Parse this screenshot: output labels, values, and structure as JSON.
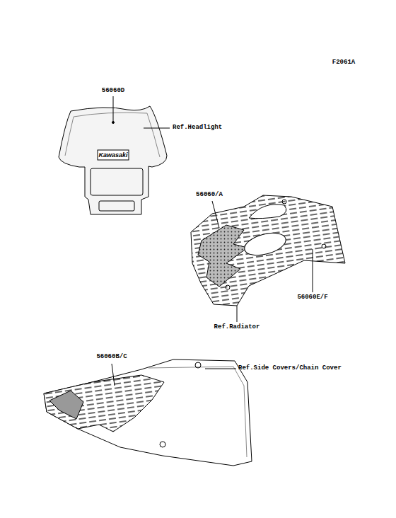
{
  "diagram": {
    "labels": [
      "F2061A",
      "56060D",
      "Ref.Headlight",
      "Kawasaki",
      "56060/A",
      "56060E/F",
      "Ref.Radiator",
      "56060B/C",
      "Ref.Side Covers/Chain Cover"
    ]
  }
}
